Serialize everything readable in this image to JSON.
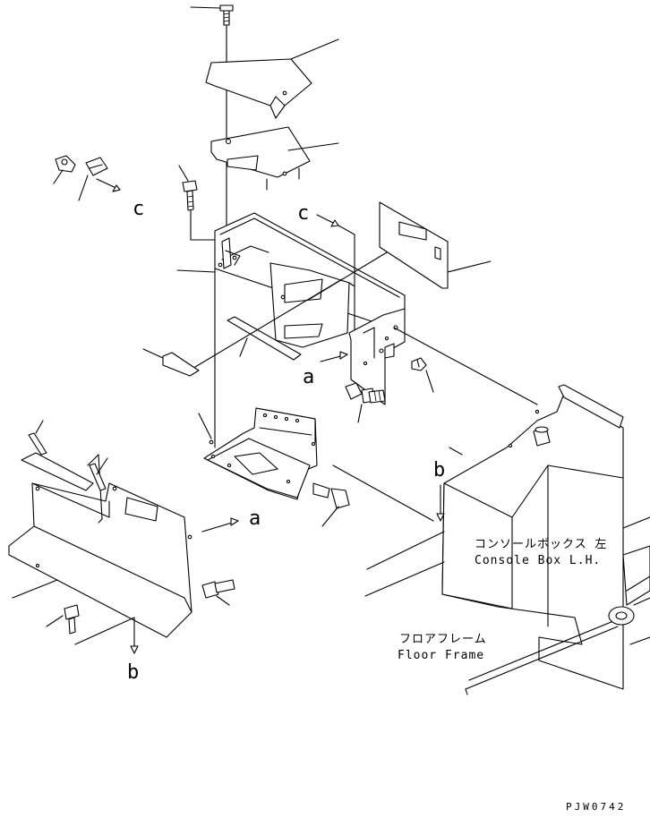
{
  "labels": {
    "ref_a": "a",
    "ref_b": "b",
    "ref_c": "c"
  },
  "console_box": {
    "jp": "コンソールボックス 左",
    "en": "Console Box L.H."
  },
  "floor_frame": {
    "jp": "フロアフレーム",
    "en": "Floor Frame"
  },
  "drawing_code": "PJW0742"
}
